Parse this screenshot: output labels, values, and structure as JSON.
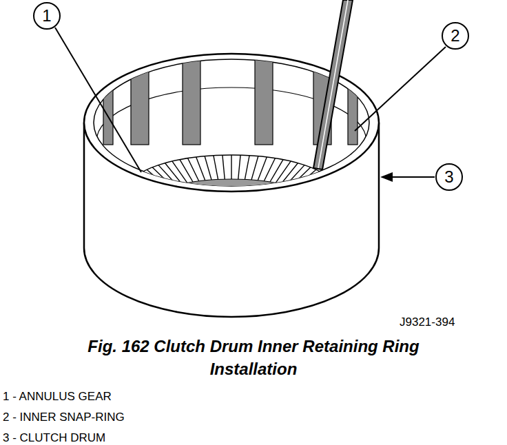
{
  "diagram": {
    "caption": "Fig. 162 Clutch Drum Inner Retaining Ring Installation",
    "nodes": [
      {
        "text": [
          "1"
        ]
      },
      {
        "text": [
          "2"
        ]
      },
      {
        "text": [
          "3"
        ]
      }
    ],
    "labels": [
      "J9321-394",
      "1 - ANNULUS GEAR",
      "2 - INNER SNAP-RING",
      "3 - CLUTCH DRUM"
    ]
  }
}
